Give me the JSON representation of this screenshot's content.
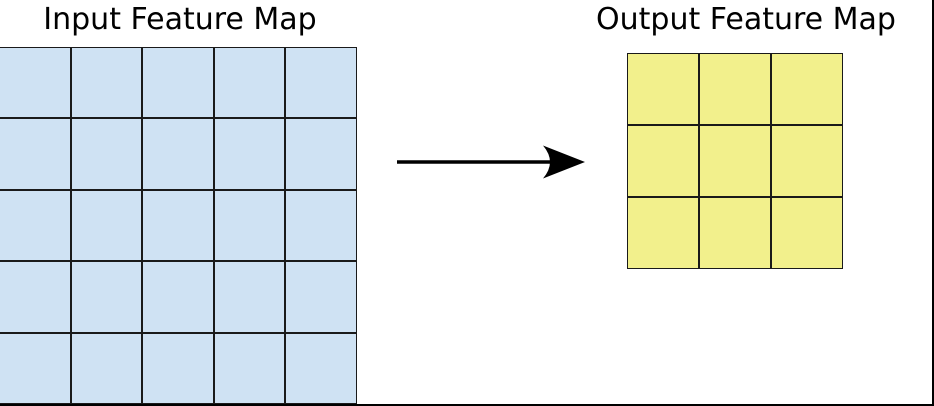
{
  "diagram": {
    "input_map": {
      "title": "Input Feature Map",
      "rows": 5,
      "cols": 5,
      "fill_color": "#cfe2f3",
      "line_color": "#1a1a1a"
    },
    "output_map": {
      "title": "Output Feature Map",
      "rows": 3,
      "cols": 3,
      "fill_color": "#f2f08c",
      "line_color": "#1a1a1a"
    },
    "arrow": {
      "direction": "right",
      "color": "#000000"
    }
  }
}
